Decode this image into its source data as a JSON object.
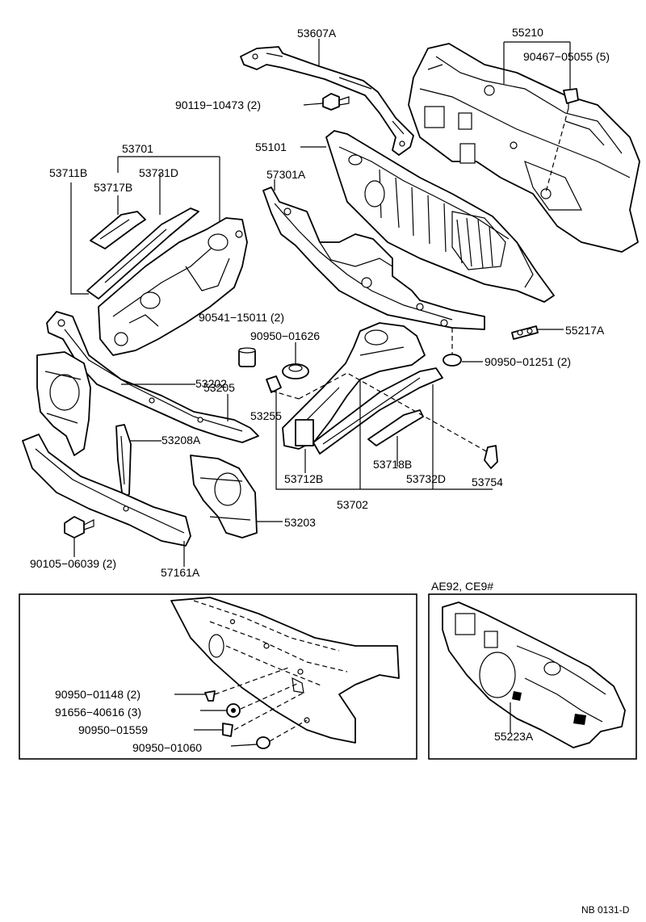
{
  "labels": {
    "p53607A": "53607A",
    "p55210": "55210",
    "p90467": "90467−05055 (5)",
    "p90119": "90119−10473 (2)",
    "p55101": "55101",
    "p53701": "53701",
    "p57301A": "57301A",
    "p53711B": "53711B",
    "p53731D": "53731D",
    "p53717B": "53717B",
    "p90541": "90541−15011 (2)",
    "p90950_01626": "90950−01626",
    "p55217A": "55217A",
    "p90950_01251": "90950−01251 (2)",
    "p53202": "53202",
    "p53205": "53205",
    "p53255": "53255",
    "p53208A": "53208A",
    "p53718B": "53718B",
    "p53712B": "53712B",
    "p53732D": "53732D",
    "p53754": "53754",
    "p53702": "53702",
    "p53203": "53203",
    "p90105": "90105−06039 (2)",
    "p57161A": "57161A",
    "p90950_01148": "90950−01148 (2)",
    "p91656": "91656−40616 (3)",
    "p90950_01559": "90950−01559",
    "p90950_01060": "90950−01060",
    "variant": "AE92, CE9#",
    "p55223A": "55223A",
    "code": "NB 0131-D"
  }
}
